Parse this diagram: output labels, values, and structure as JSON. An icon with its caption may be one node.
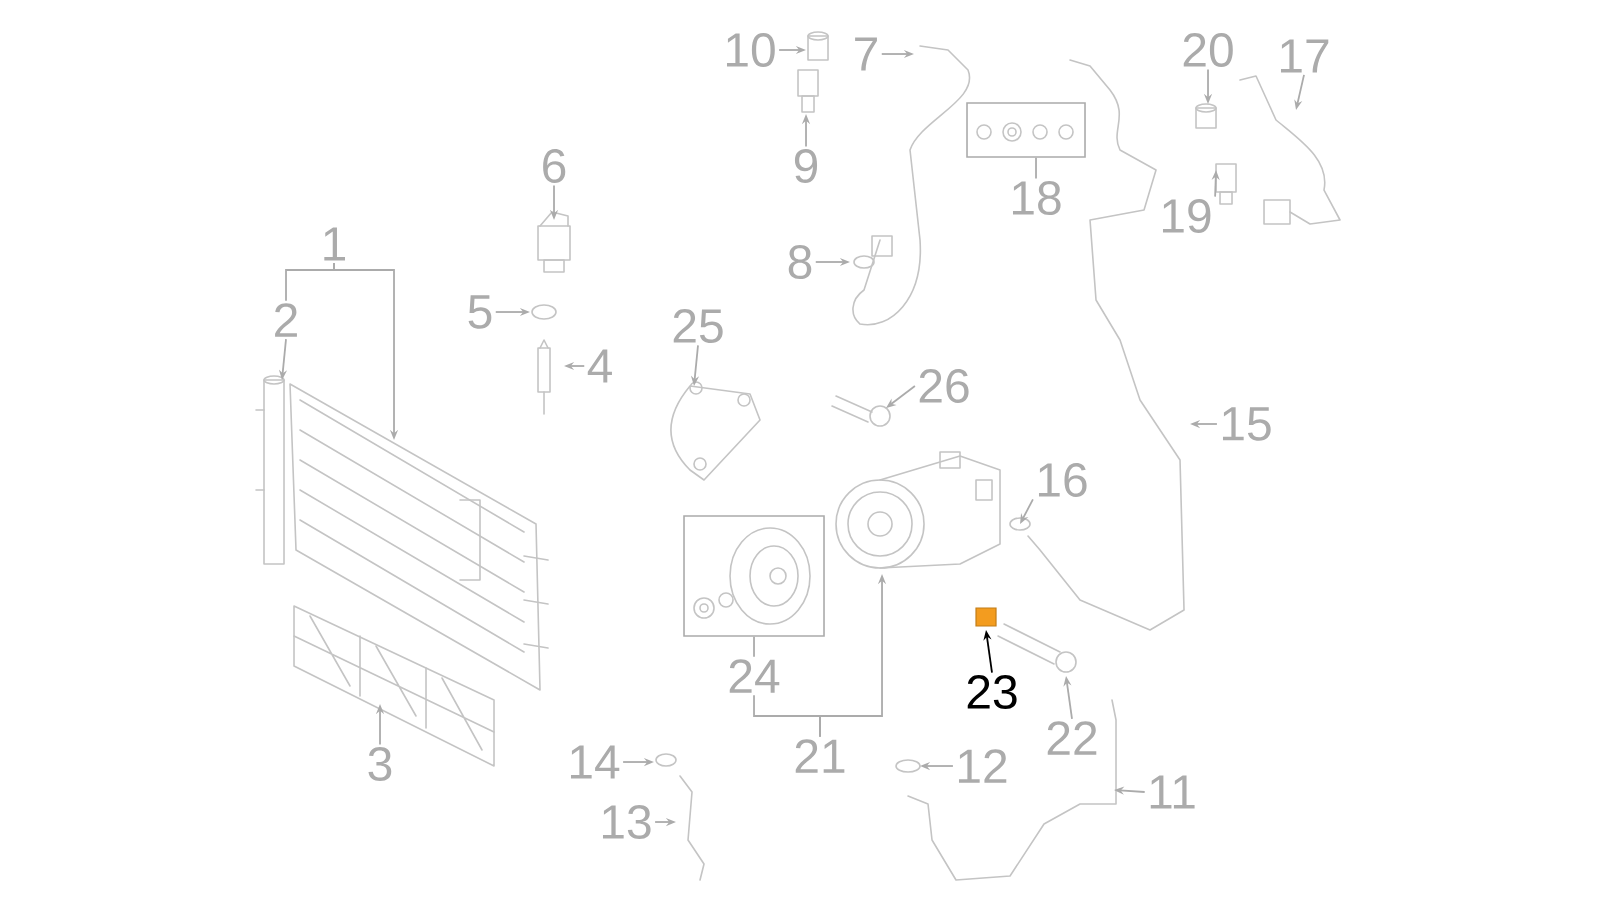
{
  "diagram": {
    "nodes": [
      {
        "text": [
          "1"
        ]
      },
      {
        "text": [
          "2"
        ]
      },
      {
        "text": [
          "3"
        ]
      },
      {
        "text": [
          "4"
        ]
      },
      {
        "text": [
          "5"
        ]
      },
      {
        "text": [
          "6"
        ]
      },
      {
        "text": [
          "7"
        ]
      },
      {
        "text": [
          "8"
        ]
      },
      {
        "text": [
          "9"
        ]
      },
      {
        "text": [
          "10"
        ]
      },
      {
        "text": [
          "11"
        ]
      },
      {
        "text": [
          "12"
        ]
      },
      {
        "text": [
          "13"
        ]
      },
      {
        "text": [
          "14"
        ]
      },
      {
        "text": [
          "15"
        ]
      },
      {
        "text": [
          "16"
        ]
      },
      {
        "text": [
          "17"
        ]
      },
      {
        "text": [
          "18"
        ]
      },
      {
        "text": [
          "19"
        ]
      },
      {
        "text": [
          "20"
        ]
      },
      {
        "text": [
          "21"
        ]
      },
      {
        "text": [
          "22"
        ]
      },
      {
        "text": [
          "23"
        ]
      },
      {
        "text": [
          "24"
        ]
      },
      {
        "text": [
          "25"
        ]
      },
      {
        "text": [
          "26"
        ]
      },
      {
        "text": [],
        "shape": "box"
      },
      {
        "text": [],
        "shape": "box"
      }
    ],
    "edges": [
      {
        "from": 0,
        "to": null,
        "arrow": "to"
      },
      {
        "from": 0,
        "to": 1,
        "arrow": "none"
      },
      {
        "from": 1,
        "to": null,
        "arrow": "to"
      },
      {
        "from": 2,
        "to": null,
        "arrow": "to"
      },
      {
        "from": 3,
        "to": null,
        "arrow": "to"
      },
      {
        "from": 4,
        "to": null,
        "arrow": "to"
      },
      {
        "from": 5,
        "to": null,
        "arrow": "to"
      },
      {
        "from": 6,
        "to": null,
        "arrow": "to"
      },
      {
        "from": 7,
        "to": null,
        "arrow": "to"
      },
      {
        "from": 8,
        "to": null,
        "arrow": "to"
      },
      {
        "from": 9,
        "to": null,
        "arrow": "to"
      },
      {
        "from": 10,
        "to": null,
        "arrow": "to"
      },
      {
        "from": 11,
        "to": null,
        "arrow": "to"
      },
      {
        "from": 12,
        "to": null,
        "arrow": "to"
      },
      {
        "from": 13,
        "to": null,
        "arrow": "to"
      },
      {
        "from": 14,
        "to": null,
        "arrow": "to"
      },
      {
        "from": 15,
        "to": null,
        "arrow": "to"
      },
      {
        "from": 16,
        "to": null,
        "arrow": "to"
      },
      {
        "from": 17,
        "to": 26,
        "arrow": "none"
      },
      {
        "from": 18,
        "to": null,
        "arrow": "to"
      },
      {
        "from": 19,
        "to": null,
        "arrow": "to"
      },
      {
        "from": 20,
        "to": null,
        "arrow": "to"
      },
      {
        "from": 20,
        "to": 23,
        "arrow": "none"
      },
      {
        "from": 21,
        "to": null,
        "arrow": "to"
      },
      {
        "from": 22,
        "to": null,
        "arrow": "to",
        "color": "#000000"
      },
      {
        "from": 23,
        "to": 27,
        "arrow": "none"
      },
      {
        "from": 24,
        "to": null,
        "arrow": "to"
      },
      {
        "from": 25,
        "to": null,
        "arrow": "to"
      }
    ]
  }
}
